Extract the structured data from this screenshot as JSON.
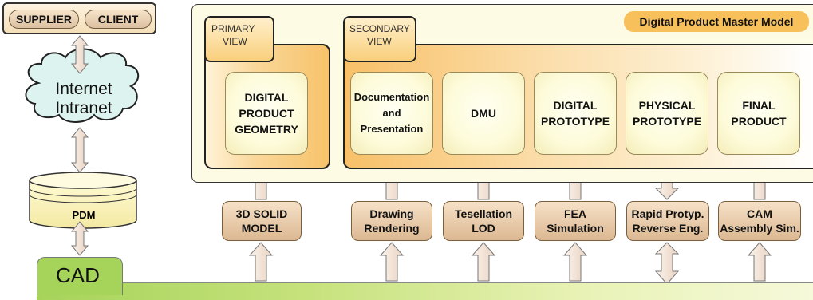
{
  "supplier_client": {
    "supplier_label": "SUPPLIER",
    "client_label": "CLIENT"
  },
  "network": {
    "line1": "Internet",
    "line2": "Intranet"
  },
  "pdm": {
    "label": "PDM"
  },
  "master_model": {
    "title": "Digital Product Master Model"
  },
  "primary_view": {
    "tab_line1": "PRIMARY",
    "tab_line2": "VIEW",
    "box_lines": [
      "DIGITAL",
      "PRODUCT",
      "GEOMETRY"
    ]
  },
  "secondary_view": {
    "tab_line1": "SECONDARY",
    "tab_line2": "VIEW",
    "boxes": [
      {
        "lines": [
          "Documentation",
          "and",
          "Presentation"
        ]
      },
      {
        "lines": [
          "DMU"
        ]
      },
      {
        "lines": [
          "DIGITAL",
          "PROTOTYPE"
        ]
      },
      {
        "lines": [
          "PHYSICAL",
          "PROTOTYPE"
        ]
      },
      {
        "lines": [
          "FINAL",
          "PRODUCT"
        ]
      }
    ]
  },
  "processes": [
    {
      "line1": "3D SOLID",
      "line2": "MODEL"
    },
    {
      "line1": "Drawing",
      "line2": "Rendering"
    },
    {
      "line1": "Tesellation",
      "line2": "LOD"
    },
    {
      "line1": "FEA",
      "line2": "Simulation"
    },
    {
      "line1": "Rapid Protyp.",
      "line2": "Reverse Eng."
    },
    {
      "line1": "CAM",
      "line2": "Assembly Sim."
    }
  ],
  "cad": {
    "label": "CAD"
  },
  "colors": {
    "orange_accent": "#f8c05a",
    "cad_green": "#a6d35a",
    "process_fill": "#e8c9a5",
    "cloud_fill": "#dff3ef"
  }
}
